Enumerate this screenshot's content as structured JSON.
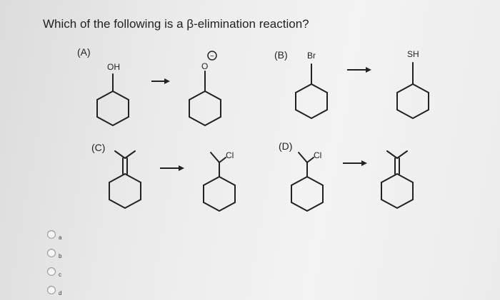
{
  "question": "Which of the following is a β-elimination reaction?",
  "reactions": [
    {
      "label": "(A)",
      "reactant_group": "OH",
      "product_group": "O",
      "product_charge": "−"
    },
    {
      "label": "(B)",
      "reactant_group": "Br",
      "product_group": "SH"
    },
    {
      "label": "(C)",
      "reactant_group": "",
      "product_group": "Cl"
    },
    {
      "label": "(D)",
      "reactant_group": "Cl",
      "product_group": ""
    }
  ],
  "choices": [
    {
      "label": "a"
    },
    {
      "label": "b"
    },
    {
      "label": "c"
    },
    {
      "label": "d"
    }
  ]
}
